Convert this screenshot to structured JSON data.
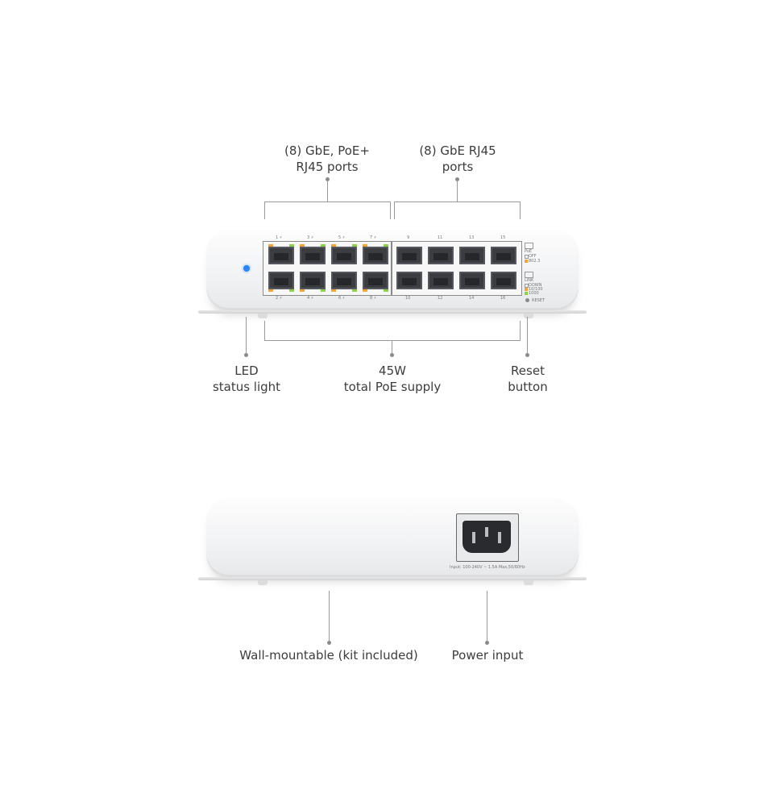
{
  "front": {
    "label_poe_ports": "(8) GbE, PoE+\nRJ45 ports",
    "label_gbe_ports": "(8) GbE RJ45\nports",
    "label_led": "LED\nstatus light",
    "label_poe_supply": "45W\ntotal PoE supply",
    "label_reset": "Reset\nbutton",
    "top_port_numbers": [
      "1 ⚡",
      "3 ⚡",
      "5 ⚡",
      "7 ⚡",
      "9",
      "11",
      "13",
      "15"
    ],
    "bottom_port_numbers": [
      "2 ⚡",
      "4 ⚡",
      "6 ⚡",
      "8 ⚡",
      "10",
      "12",
      "14",
      "16"
    ],
    "poe_legend": [
      "PoE",
      "OFF",
      "802.3"
    ],
    "link_legend": [
      "LINK",
      "DOWN",
      "10/100",
      "1000"
    ],
    "reset_text": "RESET",
    "led_color": "#2f86f3"
  },
  "back": {
    "label_wall_mount": "Wall-mountable (kit included)",
    "label_power": "Power input",
    "power_spec_text": "Input: 100-240V ~ 1.5A Max,50/60Hz"
  },
  "colors": {
    "amber": "#f2a33a",
    "green": "#8bd14a"
  }
}
